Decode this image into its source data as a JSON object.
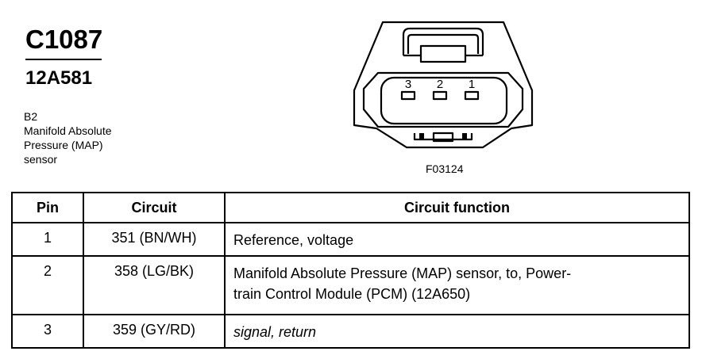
{
  "header": {
    "connector_id": "C1087",
    "part_number": "12A581",
    "description_lines": [
      "B2",
      "Manifold Absolute",
      "Pressure (MAP)",
      "sensor"
    ]
  },
  "figure": {
    "id": "F03124",
    "pin_labels": [
      "3",
      "2",
      "1"
    ]
  },
  "table": {
    "headers": [
      "Pin",
      "Circuit",
      "Circuit function"
    ],
    "rows": [
      {
        "pin": "1",
        "circuit": "351 (BN/WH)",
        "function": "Reference, voltage"
      },
      {
        "pin": "2",
        "circuit": "358 (LG/BK)",
        "function_lines": [
          "Manifold Absolute Pressure (MAP) sensor, to, Power-",
          "train Control Module (PCM) (12A650)"
        ]
      },
      {
        "pin": "3",
        "circuit": "359 (GY/RD)",
        "function": "signal, return"
      }
    ]
  }
}
